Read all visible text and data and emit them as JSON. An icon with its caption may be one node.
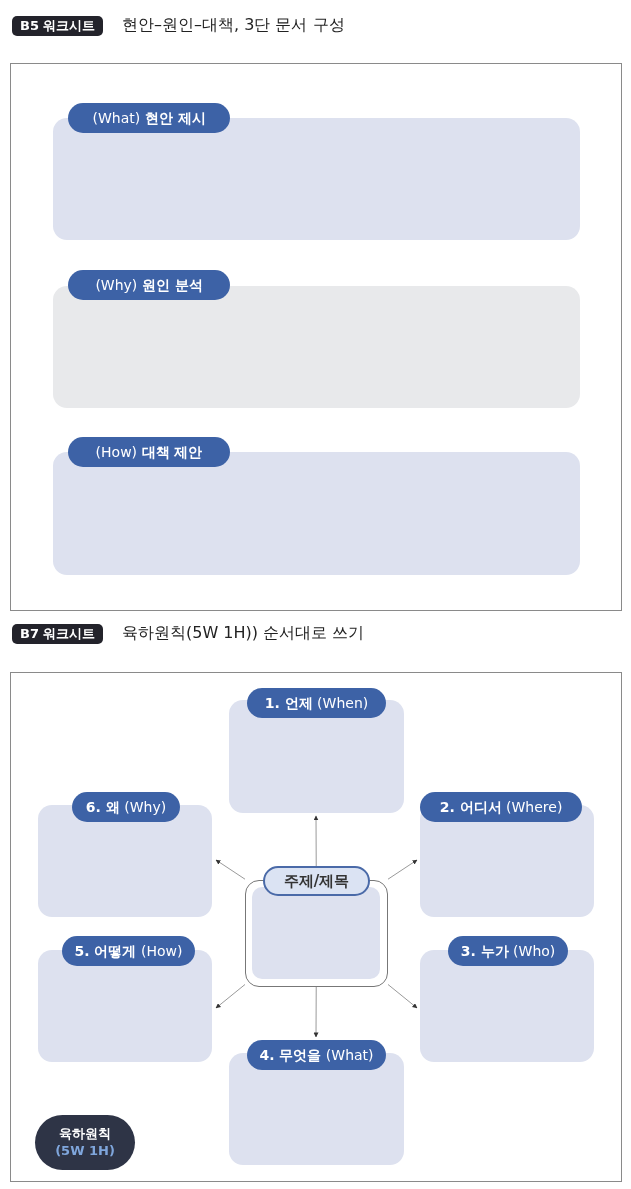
{
  "diagram": {
    "nodes": [
      {
        "text": [
          "B5 워크시트",
          "현안–원인–대책, 3단 문서 구성"
        ]
      },
      {
        "text": [
          "(What) **현안 제시**"
        ],
        "in": 0
      },
      {
        "text": [
          "(Why) **원인 분석**"
        ],
        "in": 0
      },
      {
        "text": [
          "(How) **대책 제안**"
        ],
        "in": 0
      },
      {
        "text": [
          "B7 워크시트",
          "육하원칙(5W 1H)) 순서대로 쓰기"
        ]
      },
      {
        "text": [
          "주제/제목"
        ],
        "in": 4
      },
      {
        "text": [
          "**1. 언제** (When)"
        ],
        "in": 4
      },
      {
        "text": [
          "**2. 어디서** (Where)"
        ],
        "in": 4
      },
      {
        "text": [
          "**3. 누가** (Who)"
        ],
        "in": 4
      },
      {
        "text": [
          "**4. 무엇을** (What)"
        ],
        "in": 4
      },
      {
        "text": [
          "**5. 어떻게** (How)"
        ],
        "in": 4
      },
      {
        "text": [
          "**6. 왜** (Why)"
        ],
        "in": 4
      },
      {
        "text": [
          "육하원칙",
          "(5W 1H)"
        ],
        "in": 4
      }
    ],
    "edges": [
      {
        "from": 5,
        "to": 6,
        "arrow": "to"
      },
      {
        "from": 5,
        "to": 7,
        "arrow": "to"
      },
      {
        "from": 5,
        "to": 8,
        "arrow": "to"
      },
      {
        "from": 5,
        "to": 9,
        "arrow": "to"
      },
      {
        "from": 5,
        "to": 10,
        "arrow": "to"
      },
      {
        "from": 5,
        "to": 11,
        "arrow": "to"
      }
    ]
  }
}
